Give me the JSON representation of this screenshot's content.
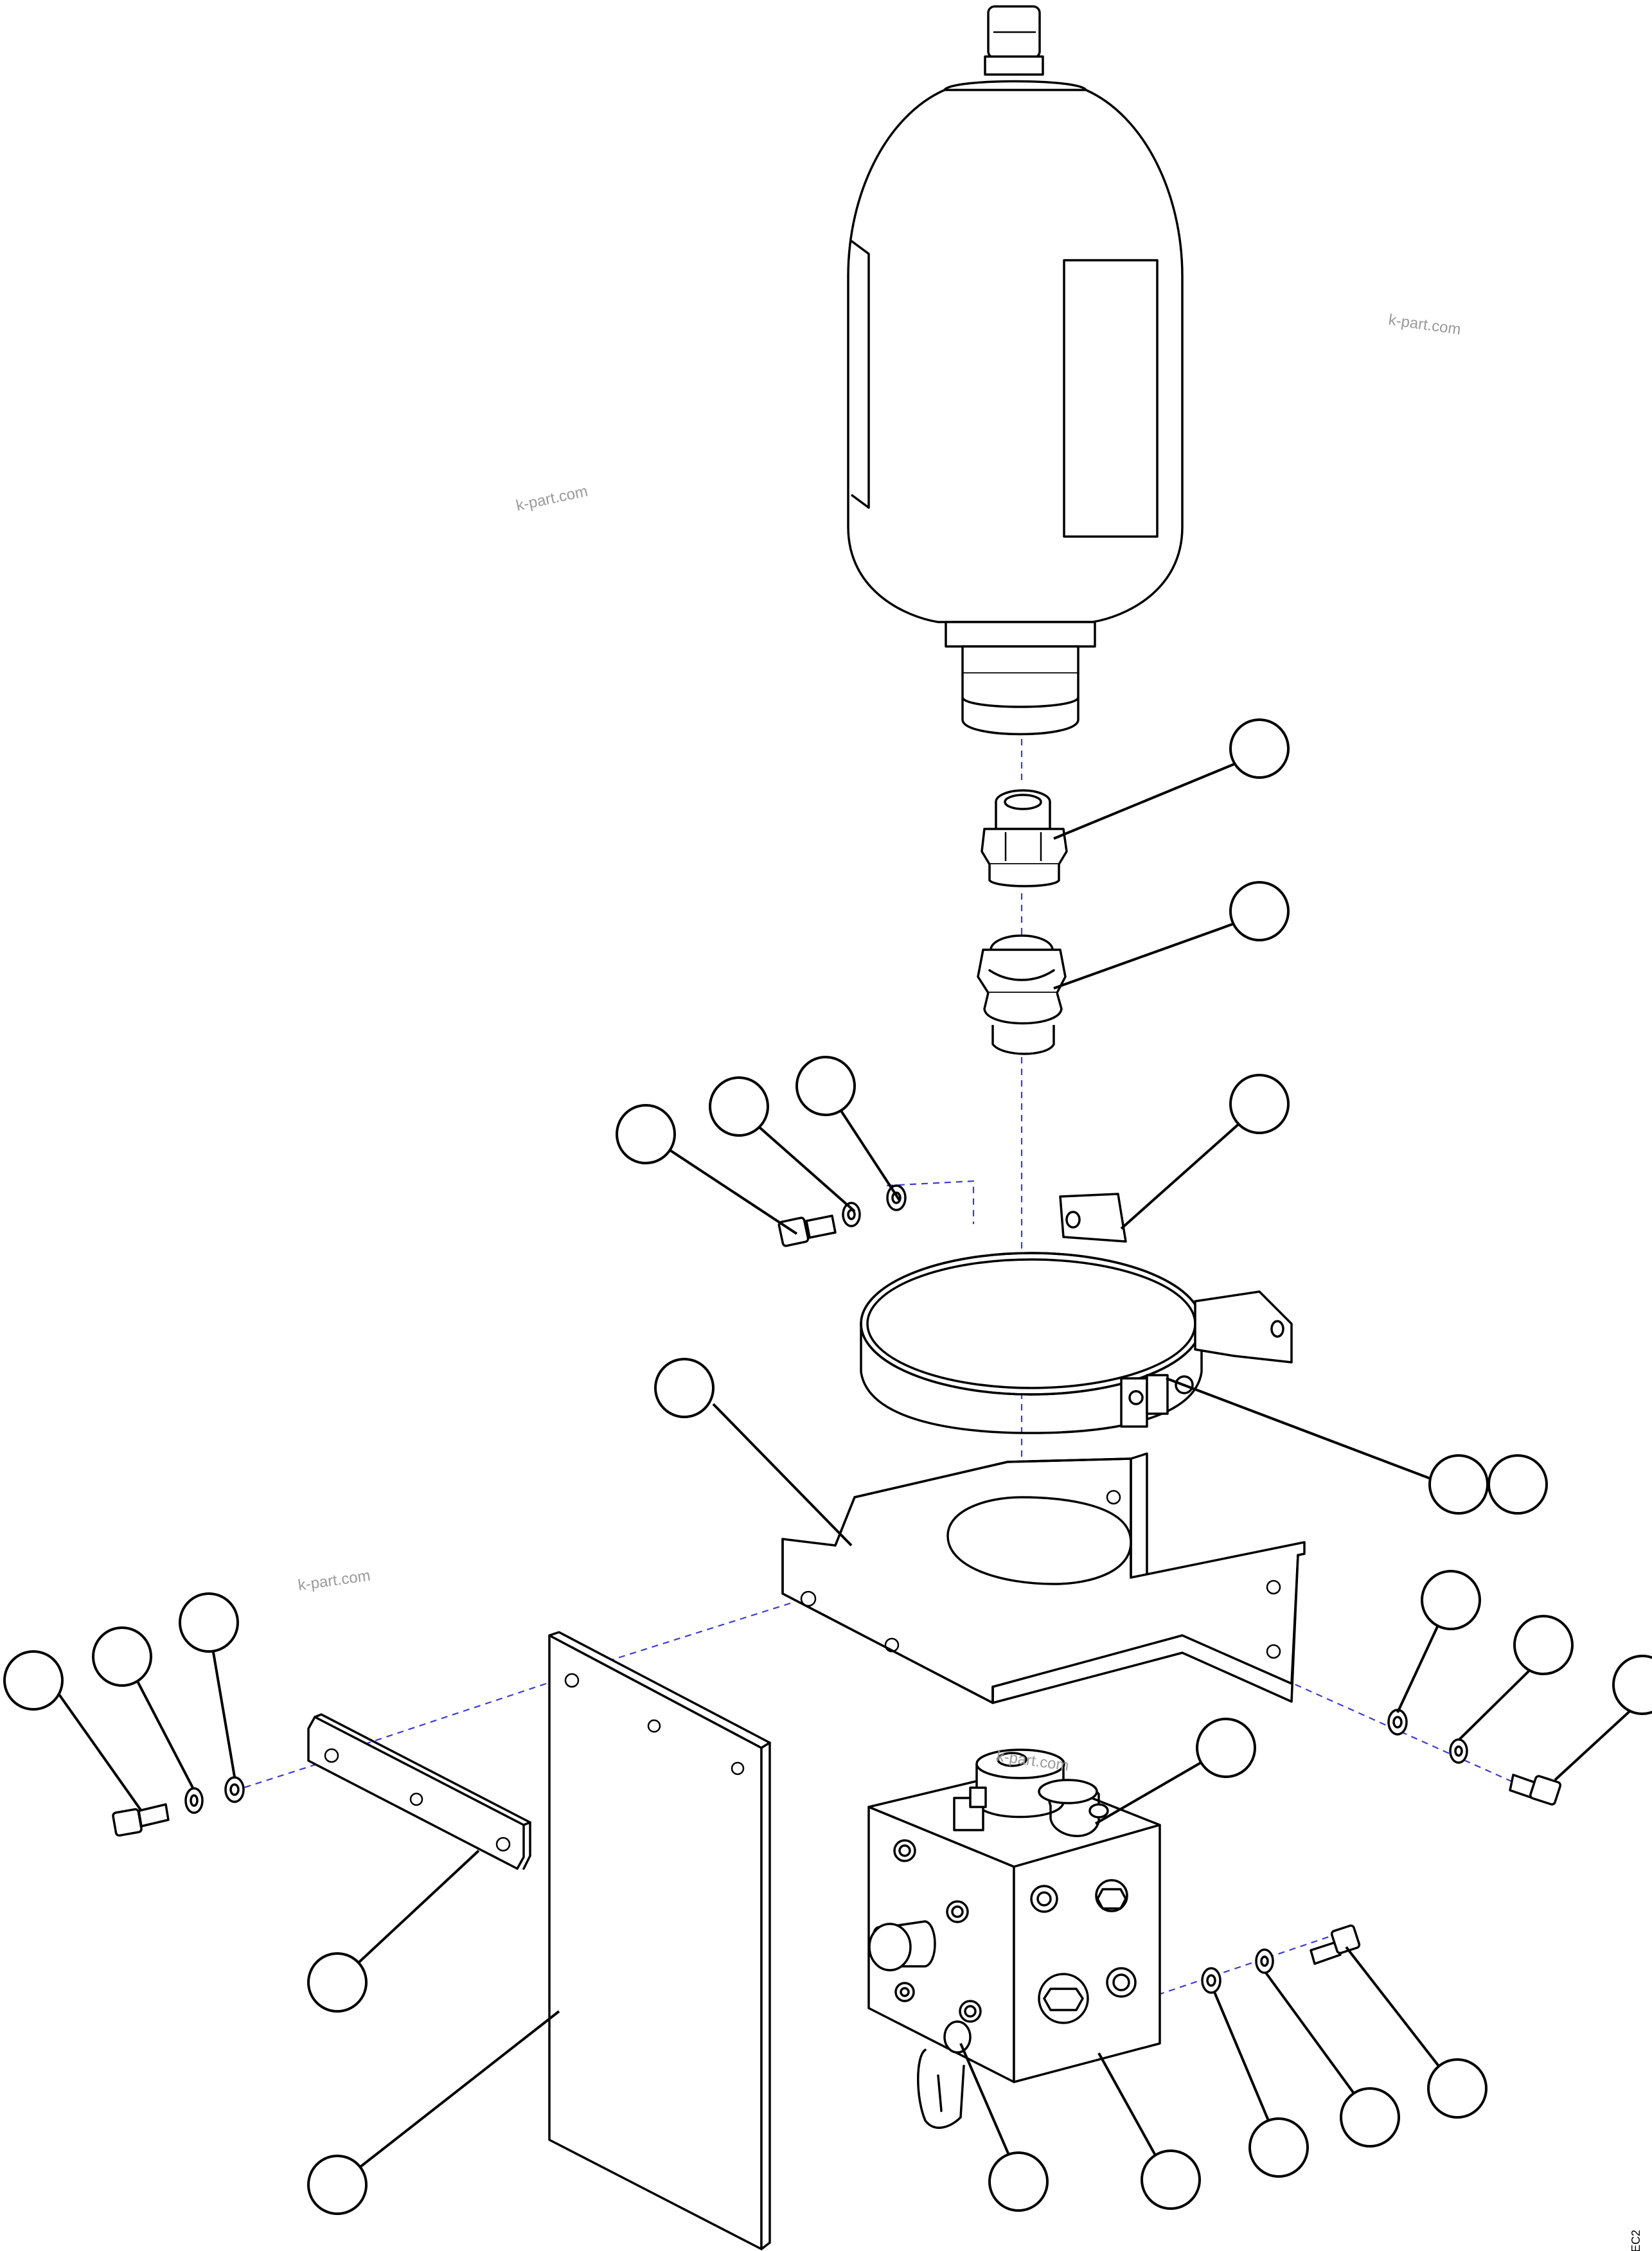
{
  "drawing": {
    "watermarks": [
      "k-part.com",
      "k-part.com",
      "k-part.com",
      "k-part.com"
    ],
    "figure_code": "EC2"
  },
  "icons": {
    "callout": "callout-bubble-icon",
    "accumulator": "accumulator-icon",
    "adapter": "adapter-fitting-icon",
    "valve_block": "valve-block-icon",
    "fastener": "bolt-icon"
  }
}
